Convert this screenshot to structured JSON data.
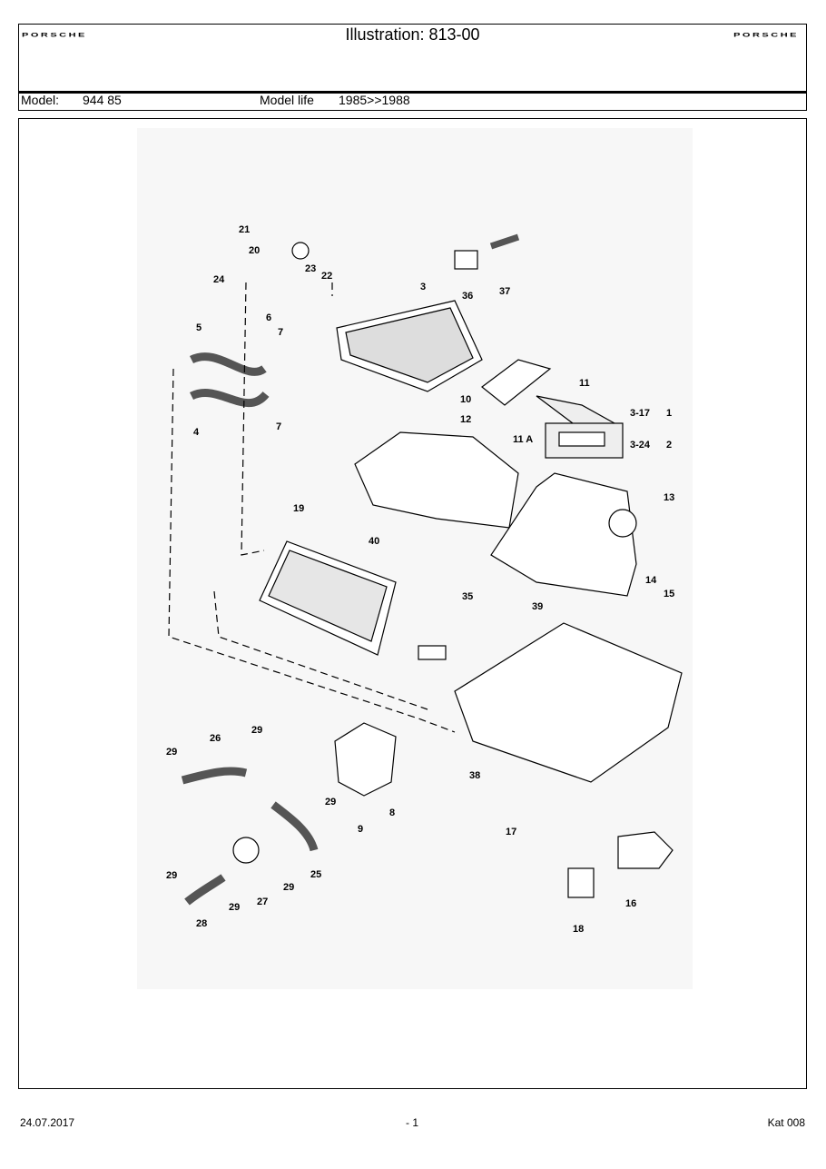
{
  "header": {
    "brand_left": "PORSCHE",
    "brand_right": "PORSCHE",
    "title": "Illustration: 813-00",
    "model_label": "Model:",
    "model_value": "944 85",
    "model_life_label": "Model life",
    "model_life_value": "1985>>1988"
  },
  "callouts": [
    "21",
    "20",
    "23",
    "22",
    "24",
    "3",
    "36",
    "37",
    "5",
    "6",
    "7",
    "4",
    "7",
    "10",
    "11",
    "12",
    "11 A",
    "3-17",
    "1",
    "3-24",
    "2",
    "19",
    "40",
    "13",
    "14",
    "15",
    "35",
    "39",
    "38",
    "26",
    "29",
    "29",
    "29",
    "9",
    "8",
    "17",
    "25",
    "27",
    "29",
    "29",
    "28",
    "29",
    "16",
    "18"
  ],
  "footer": {
    "date": "24.07.2017",
    "page": "- 1",
    "catalog": "Kat 008"
  }
}
